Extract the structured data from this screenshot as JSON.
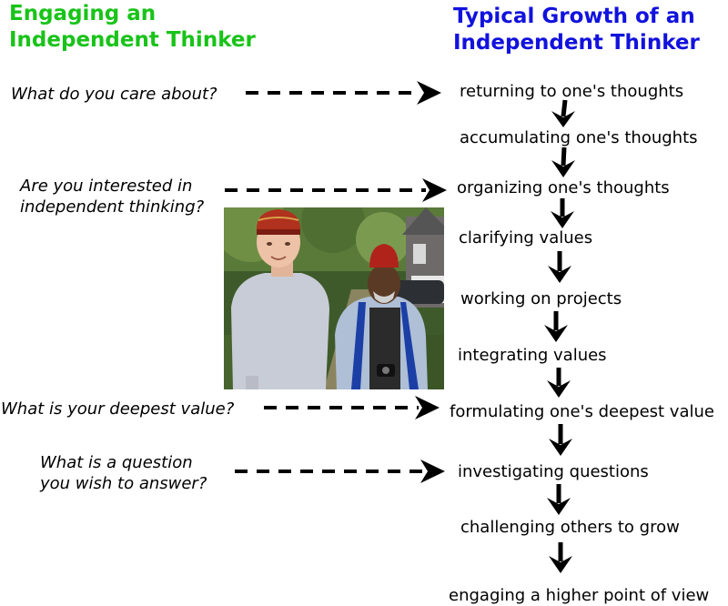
{
  "headings": {
    "left": "Engaging an\nIndependent Thinker",
    "right": "Typical Growth of an\nIndependent Thinker"
  },
  "questions": [
    "What do you care about?",
    "Are you interested in\nindependent thinking?",
    "What is your deepest value?",
    "What is a question\nyou wish to answer?"
  ],
  "steps": [
    "returning to one's thoughts",
    "accumulating one's thoughts",
    "organizing one's thoughts",
    "clarifying values",
    "working on projects",
    "integrating values",
    "formulating one's deepest value",
    "investigating questions",
    "challenging others to grow",
    "engaging a higher point of view"
  ],
  "colors": {
    "left_heading": "#19c319",
    "right_heading": "#1212dd"
  }
}
